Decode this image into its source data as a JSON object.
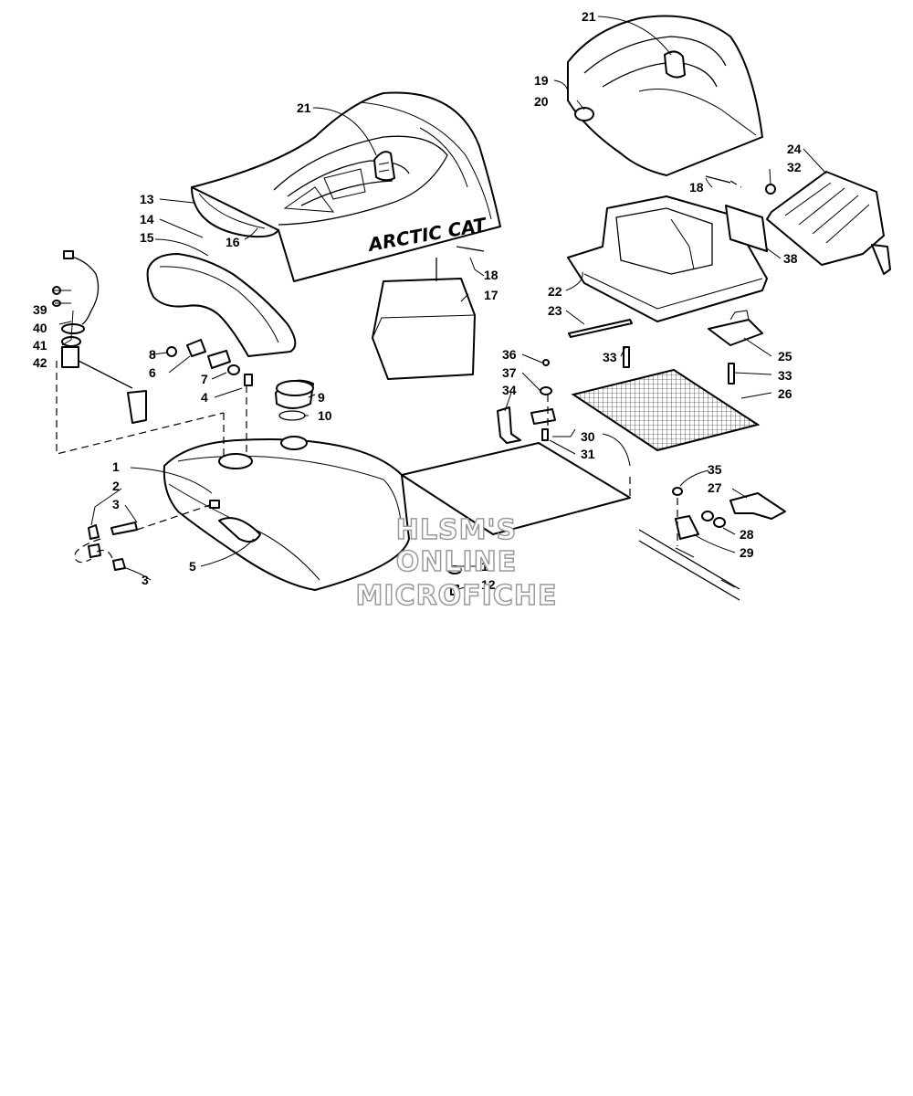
{
  "brand_text": "ARCTIC CAT",
  "watermark": {
    "line1": "HLSM'S",
    "line2": "ONLINE",
    "line3": "MICROFICHE"
  },
  "callouts": {
    "c1": "1",
    "c2": "2",
    "c3a": "3",
    "c3b": "3",
    "c4": "4",
    "c5": "5",
    "c6": "6",
    "c7": "7",
    "c8": "8",
    "c9": "9",
    "c10": "10",
    "c11": "11",
    "c12": "12",
    "c13": "13",
    "c14": "14",
    "c15": "15",
    "c16": "16",
    "c17": "17",
    "c18a": "18",
    "c18b": "18",
    "c19": "19",
    "c20": "20",
    "c21a": "21",
    "c21b": "21",
    "c22": "22",
    "c23": "23",
    "c24": "24",
    "c25": "25",
    "c26": "26",
    "c27": "27",
    "c28": "28",
    "c29": "29",
    "c30": "30",
    "c31": "31",
    "c32": "32",
    "c33a": "33",
    "c33b": "33",
    "c34": "34",
    "c35": "35",
    "c36": "36",
    "c37": "37",
    "c38": "38",
    "c39": "39",
    "c40": "40",
    "c41": "41",
    "c42": "42"
  }
}
